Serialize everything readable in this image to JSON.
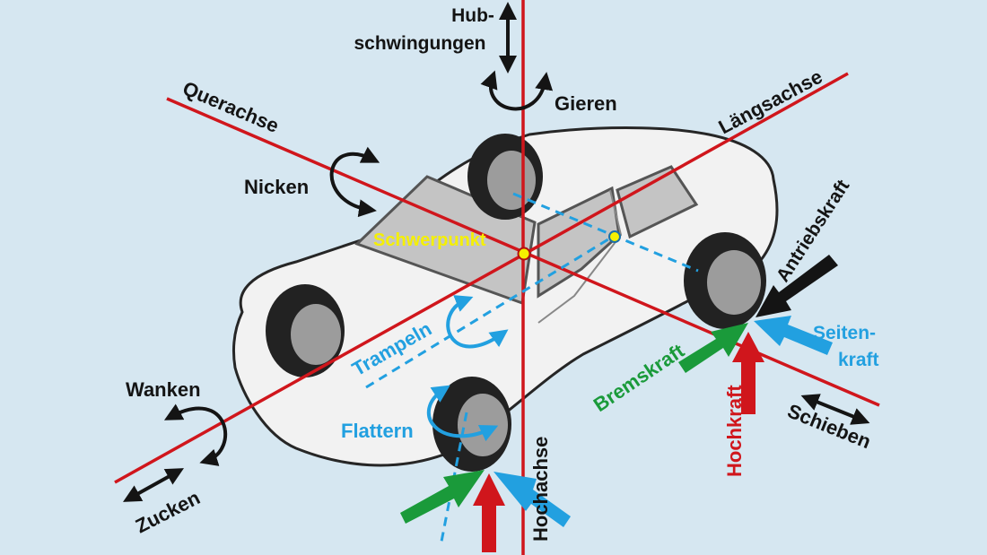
{
  "colors": {
    "background": "#d6e7f1",
    "axis": "#d0161c",
    "motion_blue": "#22a0e0",
    "brake_green": "#1a9a3a",
    "drive_black": "#141414",
    "center_yellow": "#f5f000",
    "car_body": "#f2f2f2",
    "glass": "#c4c4c4"
  },
  "axes": {
    "vertical": "Hochachse",
    "longitudinal": "Längsachse",
    "transverse": "Querachse"
  },
  "motions": {
    "heave_line1": "Hub-",
    "heave_line2": "schwingungen",
    "yaw": "Gieren",
    "pitch": "Nicken",
    "roll": "Wanken",
    "jerk": "Zucken",
    "tramping": "Trampeln",
    "flutter": "Flattern",
    "shift": "Schieben"
  },
  "center_of_gravity": "Schwerpunkt",
  "forces": {
    "drive": "Antriebskraft",
    "side_line1": "Seiten-",
    "side_line2": "kraft",
    "brake": "Bremskraft",
    "vertical": "Hochkraft"
  },
  "icons": [
    "double-arrow-icon",
    "rotation-arrow-icon",
    "force-arrow-icon",
    "wheel-icon"
  ]
}
